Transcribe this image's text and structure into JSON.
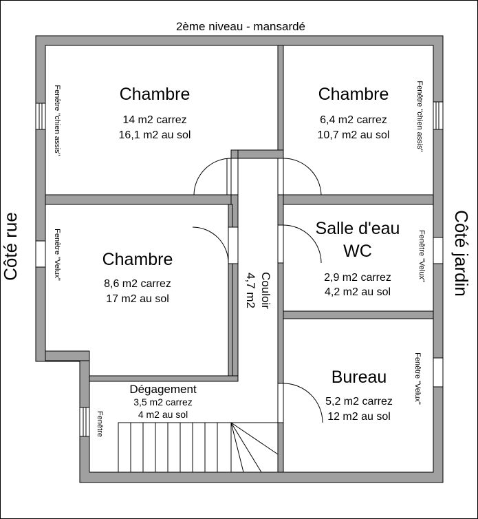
{
  "plan": {
    "title": "2ème niveau - mansardé",
    "side_left": "Côté rue",
    "side_right": "Côté jardin",
    "colors": {
      "wall": "#a0a0a0",
      "line": "#000000",
      "background": "#ffffff"
    }
  },
  "rooms": [
    {
      "name": "Chambre",
      "area_carrez": "14 m2 carrez",
      "area_floor": "16,1 m2 au sol"
    },
    {
      "name": "Chambre",
      "area_carrez": "6,4 m2 carrez",
      "area_floor": "10,7 m2 au sol"
    },
    {
      "name": "Chambre",
      "area_carrez": "8,6 m2 carrez",
      "area_floor": "17 m2 au sol"
    },
    {
      "name_line1": "Salle d'eau",
      "name_line2": "WC",
      "area_carrez": "2,9 m2 carrez",
      "area_floor": "4,2 m2 au sol"
    },
    {
      "name": "Bureau",
      "area_carrez": "5,2 m2 carrez",
      "area_floor": "12 m2 au sol"
    },
    {
      "name": "Dégagement",
      "area_carrez": "3,5 m2 carrez",
      "area_floor": "4 m2 au sol"
    }
  ],
  "couloir": {
    "name": "Couloir",
    "area": "4,7 m2"
  },
  "windows": {
    "chien_assis": "Fenêtre \"chien assis\"",
    "velux": "Fenêtre \"Velux\"",
    "fenetre": "Fenêtre"
  }
}
